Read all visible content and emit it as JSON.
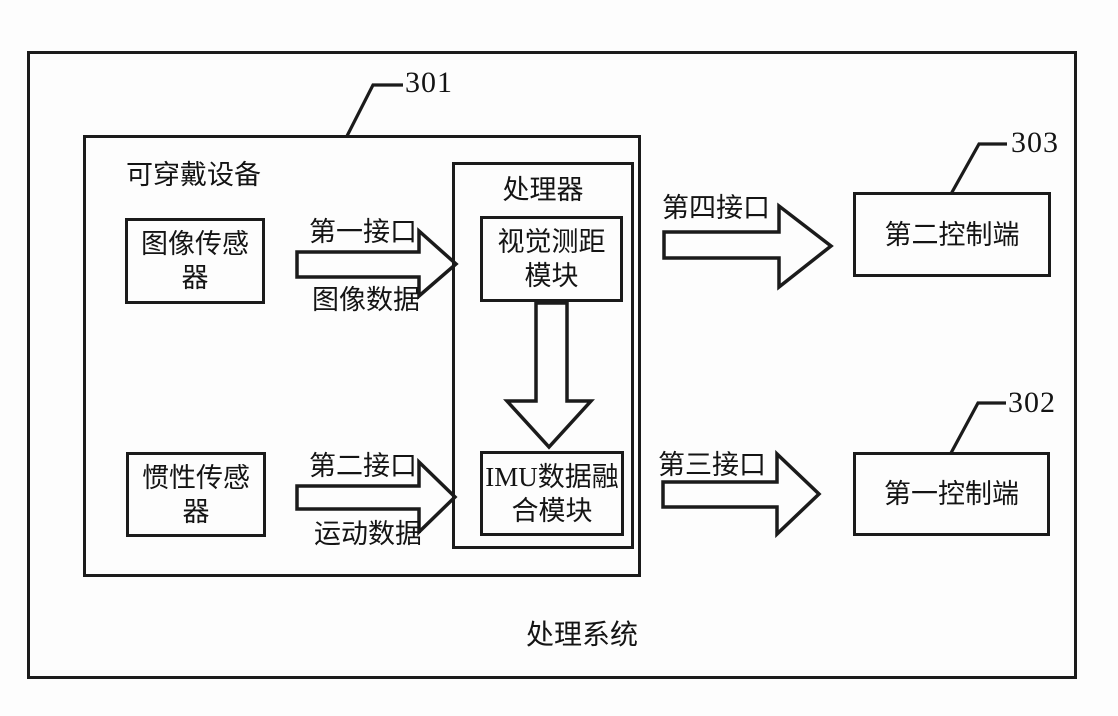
{
  "diagram": {
    "system_label": "处理系统",
    "wearable": {
      "ref": "301",
      "label": "可穿戴设备",
      "image_sensor": {
        "line1": "图像传感",
        "line2": "器"
      },
      "inertial_sensor": {
        "line1": "惯性传感",
        "line2": "器"
      },
      "processor": {
        "label": "处理器",
        "visual_module": {
          "line1": "视觉测距",
          "line2": "模块"
        },
        "imu_module": {
          "line1": "IMU数据融",
          "line2": "合模块"
        }
      }
    },
    "interfaces": {
      "first": {
        "label": "第一接口",
        "data_label": "图像数据"
      },
      "second": {
        "label": "第二接口",
        "data_label": "运动数据"
      },
      "third": {
        "label": "第三接口"
      },
      "fourth": {
        "label": "第四接口"
      }
    },
    "controllers": {
      "second": {
        "ref": "303",
        "label": "第二控制端"
      },
      "first": {
        "ref": "302",
        "label": "第一控制端"
      }
    }
  },
  "colors": {
    "line": "#1b1b1b",
    "background": "#fdfdfd",
    "text": "#141414"
  }
}
